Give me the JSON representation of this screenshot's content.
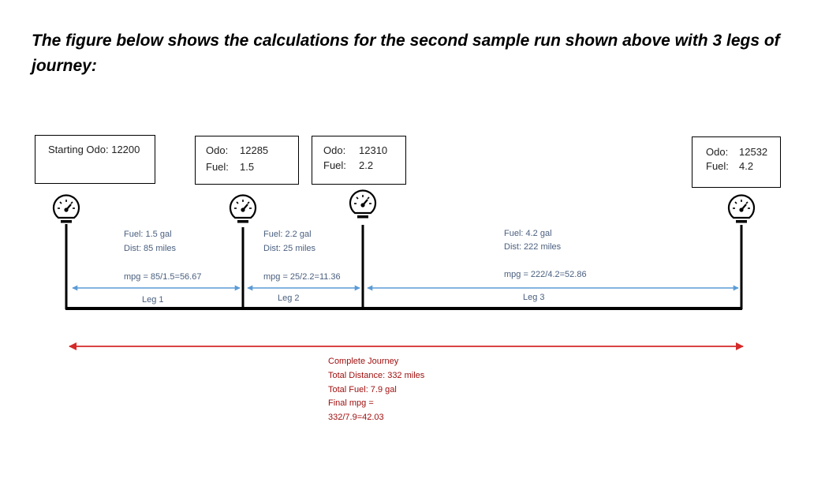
{
  "heading": {
    "line1": "The figure below shows the calculations for the second sample run shown above with 3 legs of",
    "line2": "journey:"
  },
  "checkpoints": [
    {
      "label": "Starting Odo: 12200"
    },
    {
      "odo_label": "Odo:",
      "odo_value": "12285",
      "fuel_label": "Fuel:",
      "fuel_value": "1.5"
    },
    {
      "odo_label": "Odo:",
      "odo_value": "12310",
      "fuel_label": "Fuel:",
      "fuel_value": "2.2"
    },
    {
      "odo_label": "Odo:",
      "odo_value": "12532",
      "fuel_label": "Fuel:",
      "fuel_value": "4.2"
    }
  ],
  "legs": [
    {
      "fuel": "Fuel: 1.5 gal",
      "dist": "Dist: 85 miles",
      "mpg": "mpg = 85/1.5=56.67",
      "name": "Leg 1"
    },
    {
      "fuel": "Fuel: 2.2 gal",
      "dist": "Dist: 25 miles",
      "mpg": "mpg = 25/2.2=11.36",
      "name": "Leg 2"
    },
    {
      "fuel": "Fuel: 4.2 gal",
      "dist": "Dist: 222 miles",
      "mpg": "mpg = 222/4.2=52.86",
      "name": "Leg 3"
    }
  ],
  "journey": {
    "title": "Complete Journey",
    "total_distance": "Total Distance: 332 miles",
    "total_fuel": "Total Fuel: 7.9 gal",
    "final_mpg_label": "Final mpg =",
    "final_mpg_calc": "332/7.9=42.03"
  },
  "colors": {
    "leg_arrow": "#5b9bd5",
    "journey_arrow": "#d42a2a",
    "leg_text": "#4a5f7f",
    "journey_text": "#a01010"
  },
  "icons": [
    "gauge-icon"
  ]
}
